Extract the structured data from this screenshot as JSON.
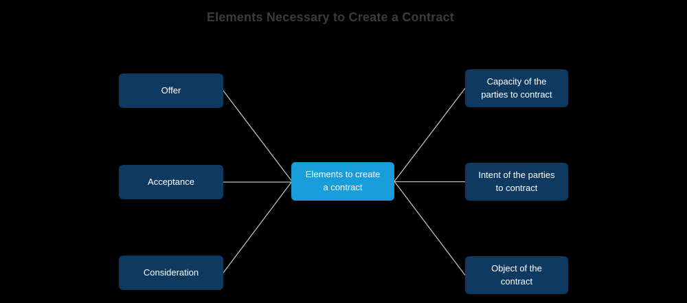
{
  "title": "Elements Necessary to Create a Contract",
  "colors": {
    "background": "#000000",
    "node_dark": "#0e3a61",
    "node_accent": "#189cda",
    "connector": "#c0c0c0",
    "title_text": "#3b3b3b",
    "node_text": "#ffffff"
  },
  "diagram": {
    "center": {
      "label": "Elements to create\na contract"
    },
    "left": [
      {
        "label": "Offer"
      },
      {
        "label": "Acceptance"
      },
      {
        "label": "Consideration"
      }
    ],
    "right": [
      {
        "label": "Capacity of the\nparties to contract"
      },
      {
        "label": "Intent of the parties\nto contract"
      },
      {
        "label": "Object of the\ncontract"
      }
    ]
  }
}
